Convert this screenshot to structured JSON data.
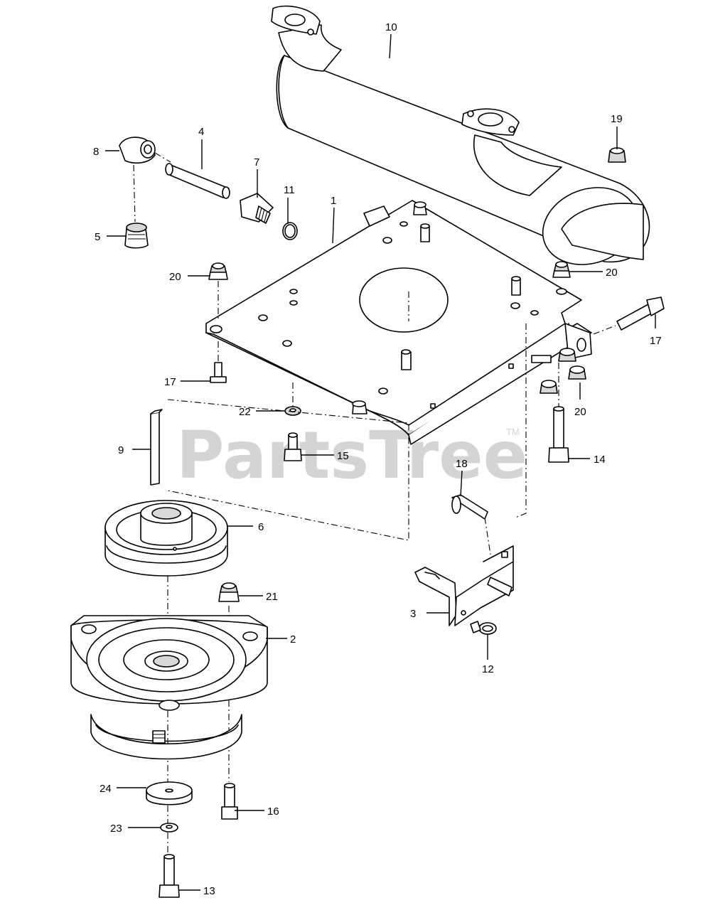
{
  "watermark": {
    "text": "PartsTree",
    "tm": "TM"
  },
  "callouts": [
    {
      "id": "c1",
      "label": "1"
    },
    {
      "id": "c2",
      "label": "2"
    },
    {
      "id": "c3",
      "label": "3"
    },
    {
      "id": "c4",
      "label": "4"
    },
    {
      "id": "c5",
      "label": "5"
    },
    {
      "id": "c6",
      "label": "6"
    },
    {
      "id": "c7",
      "label": "7"
    },
    {
      "id": "c8",
      "label": "8"
    },
    {
      "id": "c9",
      "label": "9"
    },
    {
      "id": "c10",
      "label": "10"
    },
    {
      "id": "c11",
      "label": "11"
    },
    {
      "id": "c12",
      "label": "12"
    },
    {
      "id": "c13",
      "label": "13"
    },
    {
      "id": "c14",
      "label": "14"
    },
    {
      "id": "c15",
      "label": "15"
    },
    {
      "id": "c16",
      "label": "16"
    },
    {
      "id": "c17a",
      "label": "17"
    },
    {
      "id": "c17b",
      "label": "17"
    },
    {
      "id": "c18",
      "label": "18"
    },
    {
      "id": "c19",
      "label": "19"
    },
    {
      "id": "c20a",
      "label": "20"
    },
    {
      "id": "c20b",
      "label": "20"
    },
    {
      "id": "c20c",
      "label": "20"
    },
    {
      "id": "c21",
      "label": "21"
    },
    {
      "id": "c22",
      "label": "22"
    },
    {
      "id": "c23",
      "label": "23"
    },
    {
      "id": "c24",
      "label": "24"
    }
  ]
}
